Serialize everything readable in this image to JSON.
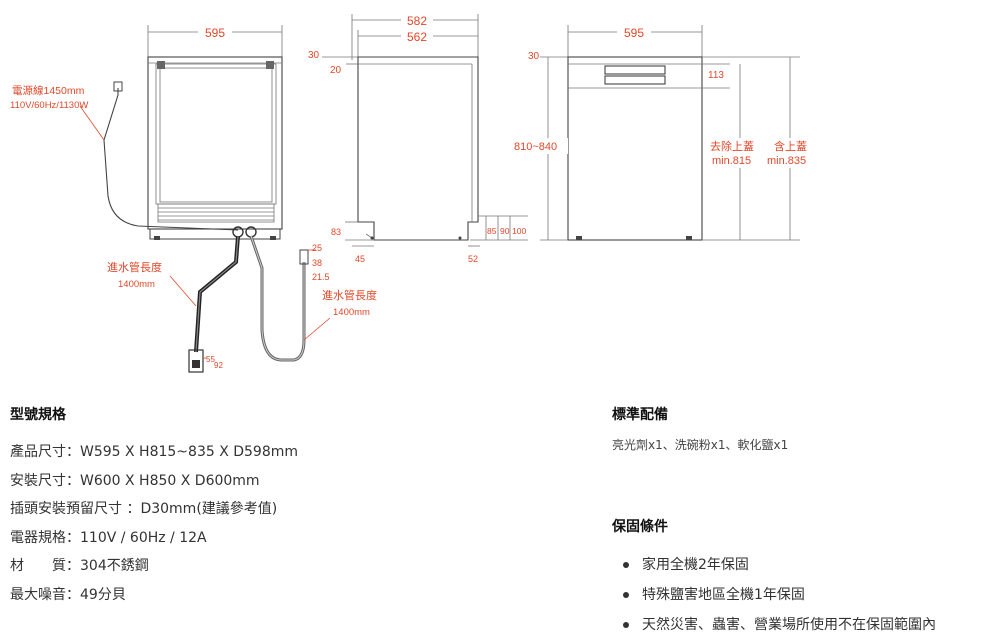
{
  "diagram": {
    "front": {
      "width_label": "595",
      "power_cord_label": "電源線1450mm",
      "power_spec_label": "110V/60Hz/1130W",
      "inlet_hose_label": "進水管長度",
      "inlet_hose_length": "1400mm",
      "drain_hose_label": "進水管長度",
      "drain_hose_length": "1400mm",
      "fitting_dims": [
        "25",
        "38",
        "21.5"
      ],
      "connector_dims": [
        "55",
        "92"
      ]
    },
    "side": {
      "depth_outer": "582",
      "depth_inner": "562",
      "top_offset_1": "30",
      "top_offset_2": "20",
      "foot_height": "83",
      "foot_offset_left": "45",
      "foot_offset_right": "52",
      "leg_heights": [
        "85",
        "90",
        "100"
      ]
    },
    "rear": {
      "width_label": "595",
      "top_offset": "30",
      "panel_height": "113",
      "height_range": "810~840",
      "without_lid_label": "去除上蓋",
      "without_lid_value": "min.815",
      "with_lid_label": "含上蓋",
      "with_lid_value": "min.835"
    }
  },
  "specs": {
    "title": "型號規格",
    "rows": [
      {
        "label": "產品尺寸：",
        "value": "W595 X H815~835 X D598mm"
      },
      {
        "label": "安裝尺寸：",
        "value": "W600 X H850 X D600mm"
      },
      {
        "label": "插頭安裝預留尺寸 ：",
        "value": "D30mm(建議參考值)"
      },
      {
        "label": "電器規格：",
        "value": "110V / 60Hz / 12A"
      },
      {
        "label": "材　　質：",
        "value": "304不銹鋼"
      },
      {
        "label": "最大噪音：",
        "value": "49分貝"
      }
    ]
  },
  "accessories": {
    "title": "標準配備",
    "text": "亮光劑x1、洗碗粉x1、軟化鹽x1"
  },
  "warranty": {
    "title": "保固條件",
    "items": [
      "家用全機2年保固",
      "特殊鹽害地區全機1年保固",
      "天然災害、蟲害、營業場所使用不在保固範圍內"
    ]
  }
}
